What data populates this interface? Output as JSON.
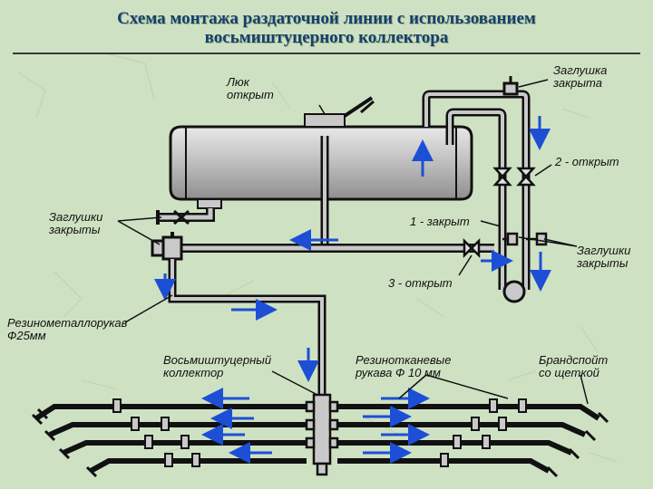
{
  "title": {
    "line1": "Схема монтажа раздаточной линии с использованием",
    "line2": "восьмиштуцерного коллектора"
  },
  "labels": {
    "hatch_line1": "Люк",
    "hatch_line2": "открыт",
    "cap_top_line1": "Заглушка",
    "cap_top_line2": "закрыта",
    "valve2": "2 - открыт",
    "caps_left_line1": "Заглушки",
    "caps_left_line2": "закрыты",
    "valve1": "1 - закрыт",
    "caps_right_line1": "Заглушки",
    "caps_right_line2": "закрыты",
    "valve3": "3 - открыт",
    "hose_main_line1": "Резинометаллорукав",
    "hose_main_line2": "Ф25мм",
    "manifold_line1": "Восьмиштуцерный",
    "manifold_line2": "коллектор",
    "rubber_hoses_line1": "Резинотканевые",
    "rubber_hoses_line2": "рукава Ф 10 мм",
    "nozzle_line1": "Брандспойт",
    "nozzle_line2": "со щеткой"
  },
  "colors": {
    "background": "#cfe1c3",
    "pipe": "#1a1a1a",
    "tank": "#c9c9c9",
    "flow_arrow": "#1c4fd6",
    "title": "#14406a"
  }
}
